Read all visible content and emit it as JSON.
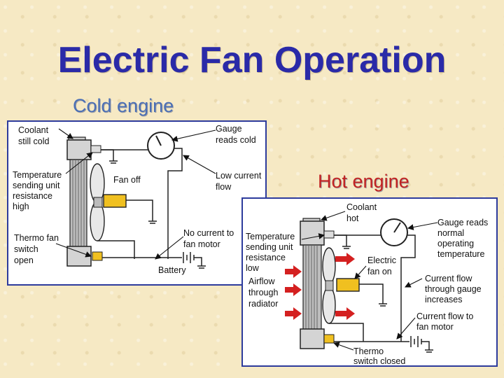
{
  "slide": {
    "title": "Electric Fan Operation",
    "cold_subtitle": "Cold engine",
    "hot_subtitle": "Hot engine"
  },
  "cold_diagram": {
    "coolant_l1": "Coolant",
    "coolant_l2": "still cold",
    "gauge_l1": "Gauge",
    "gauge_l2": "reads cold",
    "temp_l1": "Temperature",
    "temp_l2": "sending unit",
    "temp_l3": "resistance",
    "temp_l4": "high",
    "fan_off": "Fan off",
    "low_l1": "Low current",
    "low_l2": "flow",
    "thermo_l1": "Thermo fan",
    "thermo_l2": "switch",
    "thermo_l3": "open",
    "nocur_l1": "No current to",
    "nocur_l2": "fan motor",
    "battery": "Battery"
  },
  "hot_diagram": {
    "coolant_l1": "Coolant",
    "coolant_l2": "hot",
    "gauge_l1": "Gauge reads",
    "gauge_l2": "normal",
    "gauge_l3": "operating",
    "gauge_l4": "temperature",
    "temp_l1": "Temperature",
    "temp_l2": "sending unit",
    "temp_l3": "resistance",
    "temp_l4": "low",
    "fan_l1": "Electric",
    "fan_l2": "fan on",
    "air_l1": "Airflow",
    "air_l2": "through",
    "air_l3": "radiator",
    "flow_l1": "Current flow",
    "flow_l2": "through gauge",
    "flow_l3": "increases",
    "motor_l1": "Current flow to",
    "motor_l2": "fan motor",
    "thermo_l1": "Thermo",
    "thermo_l2": "switch closed"
  },
  "colors": {
    "title": "#2a2aa8",
    "cold_subtitle": "#4b6fb5",
    "hot_subtitle": "#c22222",
    "panel_border": "#2d3b9c",
    "fan_motor": "#f0c020",
    "airflow_arrow": "#d42020"
  }
}
